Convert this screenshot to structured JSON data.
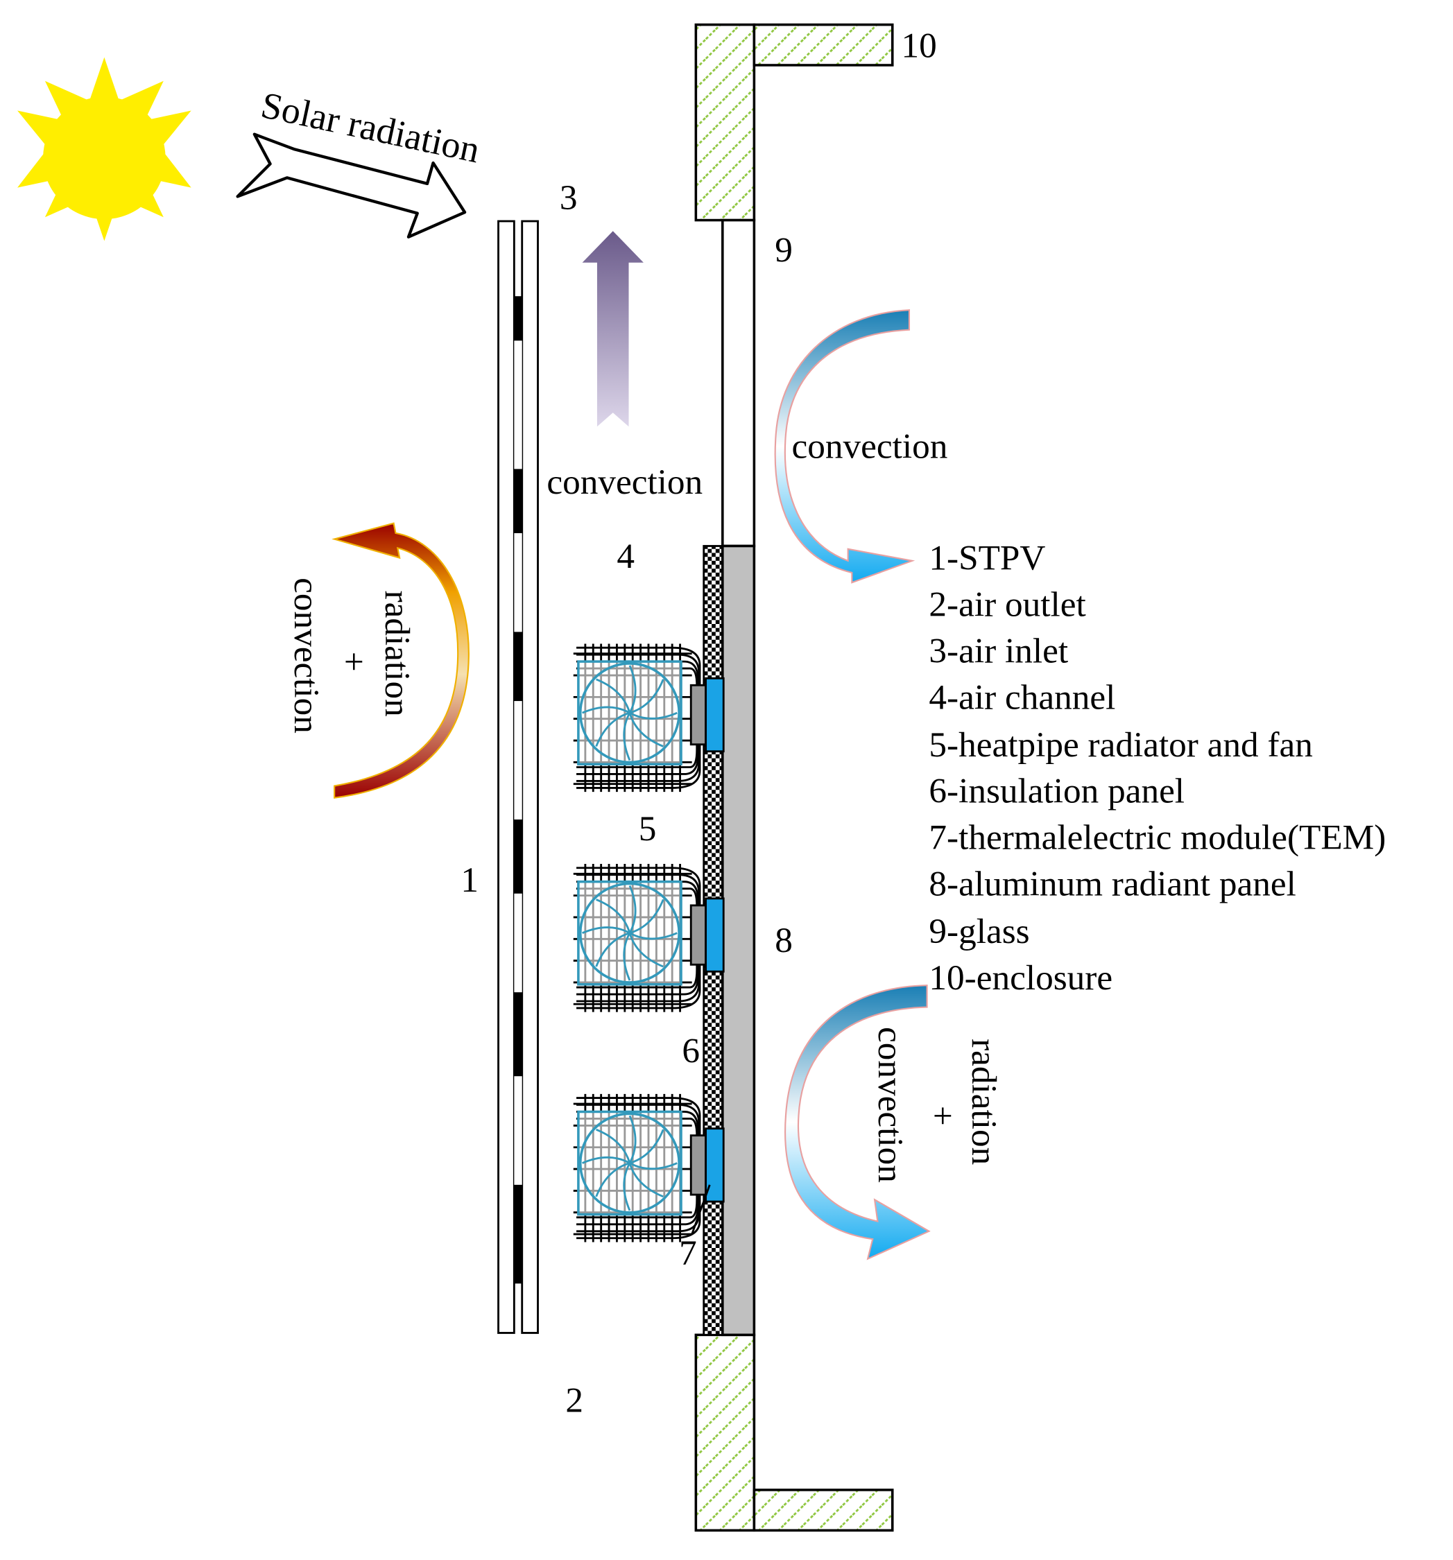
{
  "title": "Solar radiation",
  "callouts": {
    "n1": "1",
    "n2": "2",
    "n3": "3",
    "n4": "4",
    "n5": "5",
    "n6": "6",
    "n7": "7",
    "n8": "8",
    "n9": "9",
    "n10": "10"
  },
  "flows": {
    "channel_convection": "convection",
    "glass_convection": "convection",
    "left_radiation": "radiation",
    "left_plus": "+",
    "left_convection": "convection",
    "right_convection": "convection",
    "right_plus": "+",
    "right_radiation": "radiation"
  },
  "legend": [
    "1-STPV",
    "2-air outlet",
    "3-air inlet",
    "4-air channel",
    "5-heatpipe radiator and fan",
    "6-insulation panel",
    "7-thermalelectric module(TEM)",
    "8-aluminum radiant panel",
    "9-glass",
    "10-enclosure"
  ],
  "colors": {
    "sun": "#ffee00",
    "enclosure_hatch": "#8fc640",
    "tem": "#1aa3e6",
    "radiant_panel": "#c0c0c0",
    "fan": "#3399bb",
    "convection_up_arrow": "#6a5a8a",
    "blue_arrow": "#1a9be6",
    "red_arrow": "#9a0000"
  }
}
